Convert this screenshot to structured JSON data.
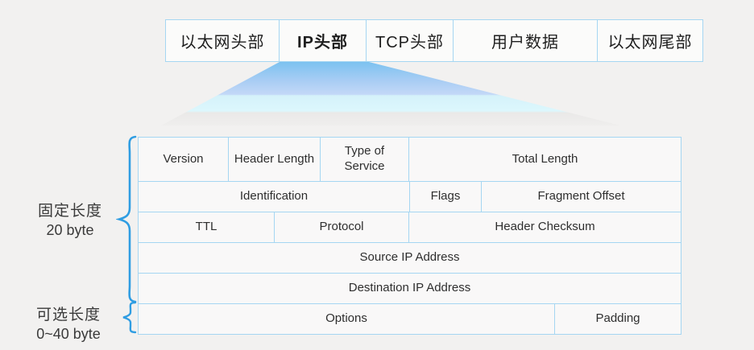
{
  "colors": {
    "background": "#f2f1f0",
    "box_border": "#a5d6f2",
    "box_fill": "#fbfbfa",
    "brace_blue": "#2f9de2",
    "funnel_top_blue": "#7cc2f0",
    "text_dark": "#1e1e1e"
  },
  "packet_bar": {
    "segments": [
      {
        "label": "以太网头部"
      },
      {
        "label": "IP头部"
      },
      {
        "label": "TCP头部"
      },
      {
        "label": "用户数据"
      },
      {
        "label": "以太网尾部"
      }
    ]
  },
  "ip_header": {
    "rows": [
      {
        "cells": [
          "Version",
          "Header Length",
          "Type of Service",
          "Total Length"
        ]
      },
      {
        "cells": [
          "Identification",
          "Flags",
          "Fragment Offset"
        ]
      },
      {
        "cells": [
          "TTL",
          "Protocol",
          "Header Checksum"
        ]
      },
      {
        "cells": [
          "Source IP Address"
        ]
      },
      {
        "cells": [
          "Destination IP Address"
        ]
      },
      {
        "cells": [
          "Options",
          "Padding"
        ]
      }
    ]
  },
  "annotations": {
    "fixed_length": {
      "title": "固定长度",
      "value": "20 byte"
    },
    "optional_length": {
      "title": "可选长度",
      "value": "0~40 byte"
    }
  }
}
